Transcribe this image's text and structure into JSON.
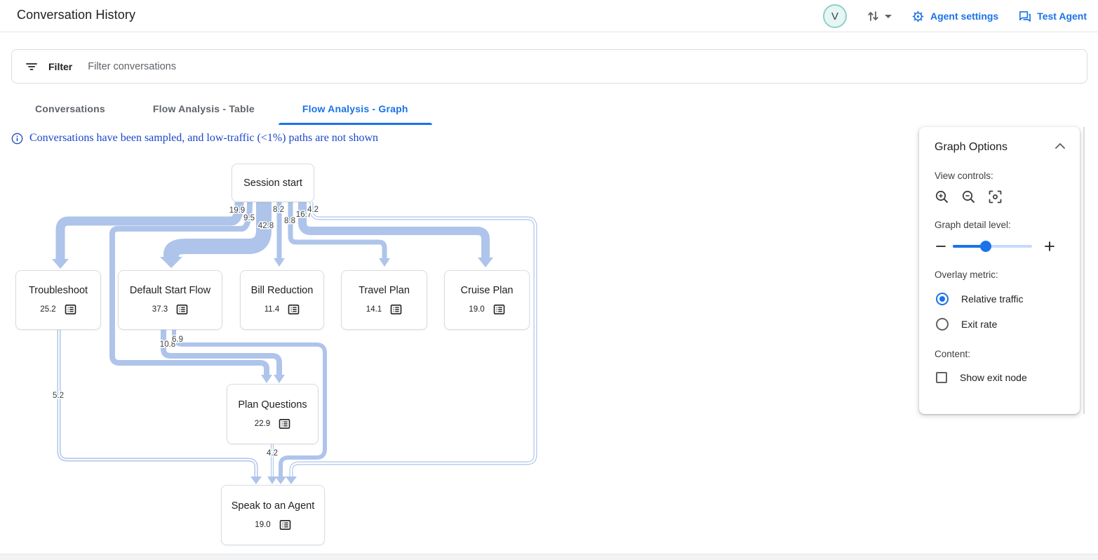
{
  "header": {
    "title": "Conversation History",
    "avatar_initial": "V",
    "agent_settings_label": "Agent settings",
    "test_agent_label": "Test Agent"
  },
  "filter": {
    "label": "Filter",
    "placeholder": "Filter conversations"
  },
  "tabs": [
    {
      "label": "Conversations",
      "active": false
    },
    {
      "label": "Flow Analysis - Table",
      "active": false
    },
    {
      "label": "Flow Analysis - Graph",
      "active": true
    }
  ],
  "notice": "Conversations have been sampled, and low-traffic (<1%) paths are not shown",
  "graph": {
    "nodes": [
      {
        "id": "session-start",
        "label": "Session start"
      },
      {
        "id": "troubleshoot",
        "label": "Troubleshoot",
        "value": "25.2"
      },
      {
        "id": "default-start-flow",
        "label": "Default Start Flow",
        "value": "37.3"
      },
      {
        "id": "bill-reduction",
        "label": "Bill Reduction",
        "value": "11.4"
      },
      {
        "id": "travel-plan",
        "label": "Travel Plan",
        "value": "14.1"
      },
      {
        "id": "cruise-plan",
        "label": "Cruise Plan",
        "value": "19.0"
      },
      {
        "id": "plan-questions",
        "label": "Plan Questions",
        "value": "22.9"
      },
      {
        "id": "speak-to-an-agent",
        "label": "Speak to an Agent",
        "value": "19.0"
      }
    ],
    "edges": [
      {
        "from": "session-start",
        "to": "troubleshoot",
        "label": "19.9"
      },
      {
        "from": "session-start",
        "to": "plan-questions",
        "label": "9.5"
      },
      {
        "from": "session-start",
        "to": "default-start-flow",
        "label": "42.8"
      },
      {
        "from": "session-start",
        "to": "bill-reduction",
        "label": "8.2"
      },
      {
        "from": "session-start",
        "to": "travel-plan",
        "label": "8.8"
      },
      {
        "from": "session-start",
        "to": "cruise-plan",
        "label": "16.7"
      },
      {
        "from": "session-start",
        "to": "speak-to-an-agent",
        "label": "4.2"
      },
      {
        "from": "default-start-flow",
        "to": "plan-questions",
        "label": "10.8"
      },
      {
        "from": "default-start-flow",
        "to": "speak-to-an-agent",
        "label": "6.9"
      },
      {
        "from": "troubleshoot",
        "to": "speak-to-an-agent",
        "label": "5.2"
      },
      {
        "from": "plan-questions",
        "to": "speak-to-an-agent",
        "label": "4.2"
      }
    ]
  },
  "options_panel": {
    "title": "Graph Options",
    "view_controls_label": "View controls:",
    "detail_level_label": "Graph detail level:",
    "overlay_metric_label": "Overlay metric:",
    "radio_relative_traffic": "Relative traffic",
    "radio_exit_rate": "Exit rate",
    "selected_metric": "Relative traffic",
    "content_label": "Content:",
    "checkbox_show_exit_node": "Show exit node",
    "show_exit_node_checked": false
  },
  "icons": {
    "filter": "filter-list",
    "info": "info-circle",
    "sort": "arrows-up-down",
    "gear": "settings-gear",
    "chat": "chat-bubbles",
    "zoom_in": "magnifier-plus",
    "zoom_out": "magnifier-minus",
    "recenter": "center-focus",
    "minus": "minus",
    "plus": "plus",
    "collapse": "chevron-up",
    "node_table": "table-rows"
  },
  "colors": {
    "accent_blue": "#1a73e8",
    "edge_fill": "#aec4ea",
    "edge_outline": "#a5bce6",
    "notice_blue": "#1b46c8",
    "text_secondary": "#5f6368",
    "border": "#dadce0",
    "avatar_bg": "#e6f6f4",
    "avatar_ring": "#8fd0c6"
  }
}
